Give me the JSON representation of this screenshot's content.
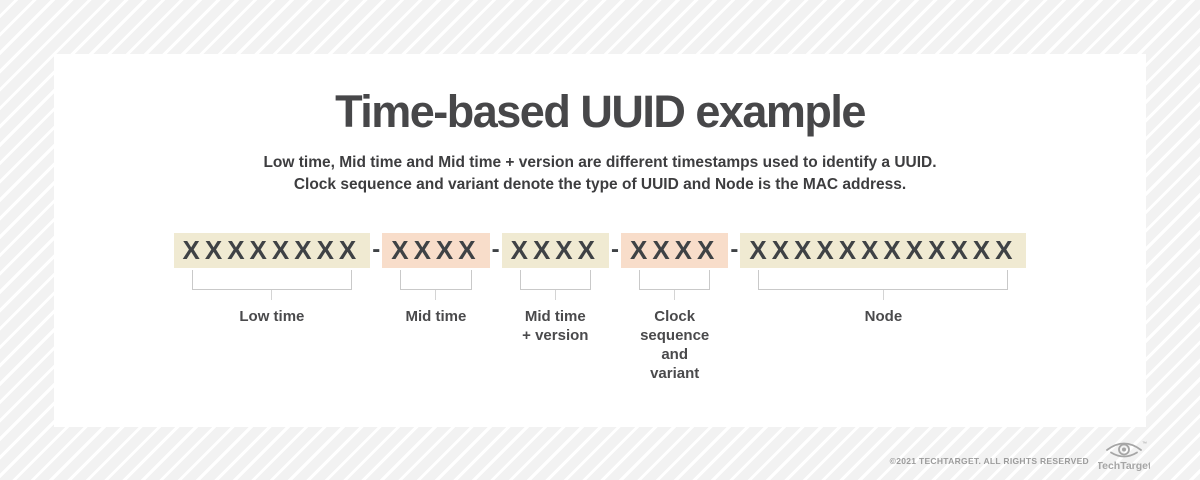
{
  "page": {
    "title": "Time-based UUID example",
    "subtitle_line1": "Low time, Mid time and Mid time + version are different timestamps used to identify a UUID.",
    "subtitle_line2": "Clock sequence and variant denote the type of UUID and Node is the MAC address."
  },
  "uuid": {
    "separator": "-",
    "segments": [
      {
        "chars": "XXXXXXXX",
        "label": "Low time",
        "highlight": "cream"
      },
      {
        "chars": "XXXX",
        "label": "Mid time",
        "highlight": "pink"
      },
      {
        "chars": "XXXX",
        "label": "Mid time\n+ version",
        "highlight": "cream"
      },
      {
        "chars": "XXXX",
        "label": "Clock\nsequence\nand\nvariant",
        "highlight": "pink"
      },
      {
        "chars": "XXXXXXXXXXXX",
        "label": "Node",
        "highlight": "cream"
      }
    ]
  },
  "footer": {
    "copyright": "©2021 TECHTARGET. ALL RIGHTS RESERVED",
    "logo_text": "TechTarget",
    "logo_trademark": "™"
  },
  "colors": {
    "background": "#f2f2f2",
    "cream": "#f0ead2",
    "pink": "#f8ddca",
    "text_dark": "#3f4245",
    "text_title": "#474749",
    "text_subtitle": "#3d3d3f",
    "text_label": "#4a4a4c",
    "bracket": "#c9c9c9",
    "bracket_tick": "#d4d4d4",
    "footer_gray": "#9c9c9c",
    "logo_gray": "#a6a6a6"
  }
}
